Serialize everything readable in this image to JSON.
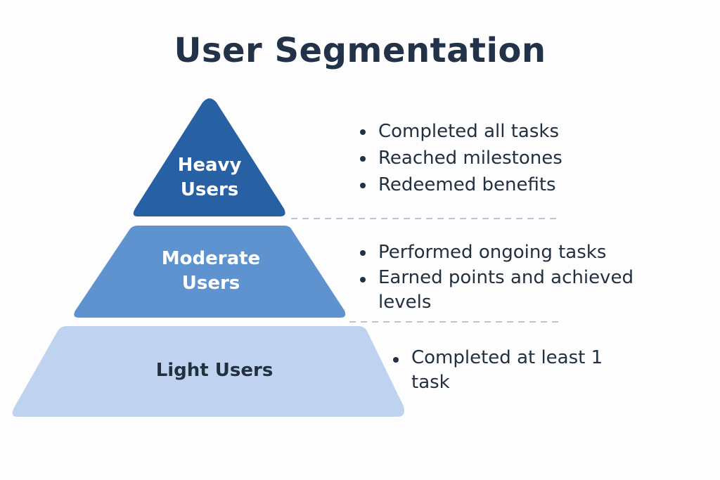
{
  "title": "User Segmentation",
  "colors": {
    "heavy": "#2860a4",
    "moderate": "#5f93cf",
    "light": "#bfd3f0",
    "divider": "#9db5d1",
    "text_dark": "#22303f"
  },
  "levels": [
    {
      "name": "Heavy Users",
      "label_lines": [
        "Heavy",
        "Users"
      ],
      "bullets": [
        "Completed all tasks",
        "Reached milestones",
        "Redeemed benefits"
      ]
    },
    {
      "name": "Moderate Users",
      "label_lines": [
        "Moderate",
        "Users"
      ],
      "bullets": [
        "Performed ongoing tasks",
        "Earned points and achieved levels"
      ]
    },
    {
      "name": "Light Users",
      "label_lines": [
        "Light Users"
      ],
      "bullets": [
        "Completed at least 1 task"
      ]
    }
  ]
}
